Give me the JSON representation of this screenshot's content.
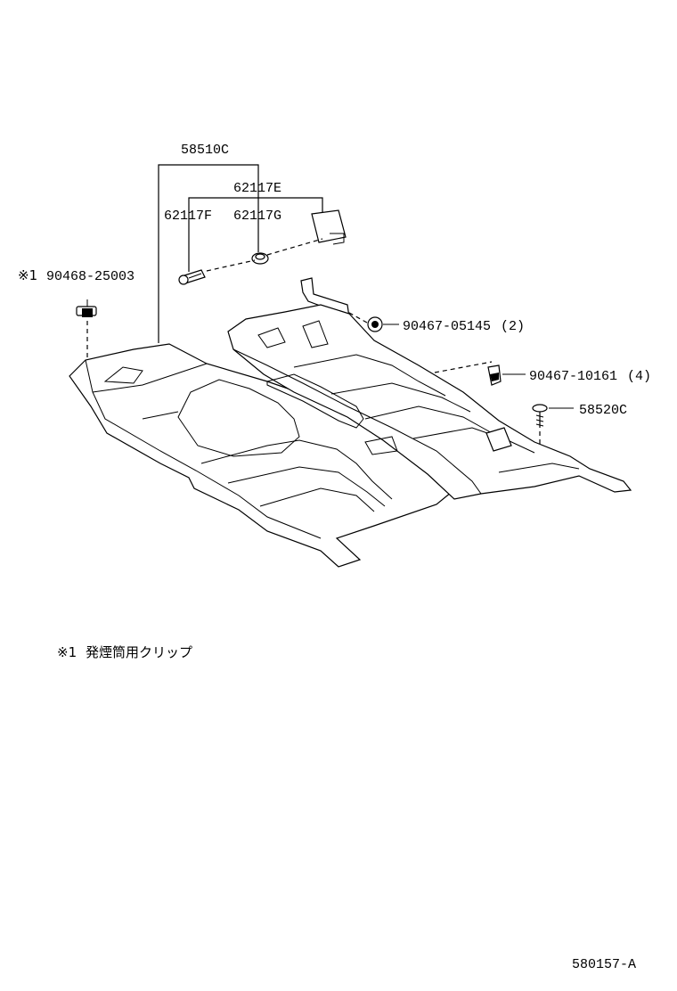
{
  "diagram": {
    "part_labels": {
      "carpet_assy": "58510C",
      "cover_main": "62117E",
      "cover_left": "62117F",
      "cover_right": "62117G",
      "clip_smoke": "90468-25003",
      "nut_05145": "90467-05145",
      "nut_05145_qty": "(2)",
      "clip_10161": "90467-10161",
      "clip_10161_qty": "(4)",
      "screw_58520": "58520C"
    },
    "clip_smoke_mark": "※1",
    "footnote": {
      "mark": "※1",
      "text": "発煙筒用クリップ"
    },
    "drawing_number": "580157-A"
  }
}
